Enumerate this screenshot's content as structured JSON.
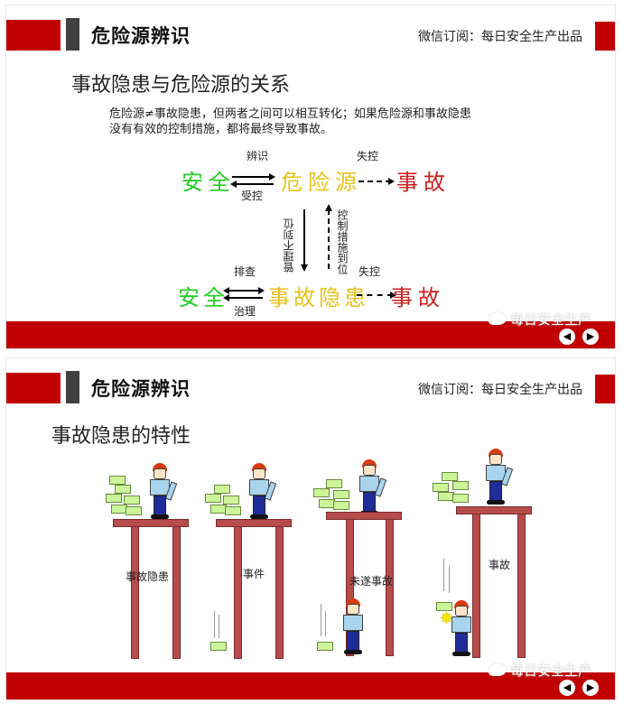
{
  "slides": [
    {
      "header": "危险源辨识",
      "subscribe": "微信订阅：每日安全生产出品",
      "title": "事故隐患与危险源的关系",
      "description_line1": "危险源≠事故隐患，但两者之间可以相互转化；如果危险源和事故隐患",
      "description_line2": "没有有效的控制措施，都将最终导致事故。",
      "diagram": {
        "top_row": {
          "safe": "安全",
          "hazard_source": "危险源",
          "accident": "事故",
          "label_identify": "辨识",
          "label_controlled": "受控",
          "label_out_of_control": "失控"
        },
        "vertical": {
          "down_label": "管理不到位",
          "up_label": "控制措施到位"
        },
        "bottom_row": {
          "safe": "安全",
          "hidden_danger": "事故隐患",
          "accident": "事故",
          "label_investigate": "排查",
          "label_govern": "治理",
          "label_out_of_control": "失控"
        },
        "colors": {
          "safe": "#22cc22",
          "hazard": "#e8c21a",
          "accident": "#cc1f1f"
        }
      },
      "watermark": "每日安全生产",
      "nav": {
        "prev": "◀",
        "next": "▶"
      }
    },
    {
      "header": "危险源辨识",
      "subscribe": "微信订阅：每日安全生产出品",
      "title": "事故隐患的特性",
      "scenes": [
        {
          "label": "事故隐患"
        },
        {
          "label": "事件"
        },
        {
          "label": "未遂事故"
        },
        {
          "label": "事故"
        }
      ],
      "watermark": "每日安全生产",
      "nav": {
        "prev": "◀",
        "next": "▶"
      }
    }
  ],
  "colors": {
    "brand_red": "#c00000",
    "dark_gray": "#404040"
  }
}
